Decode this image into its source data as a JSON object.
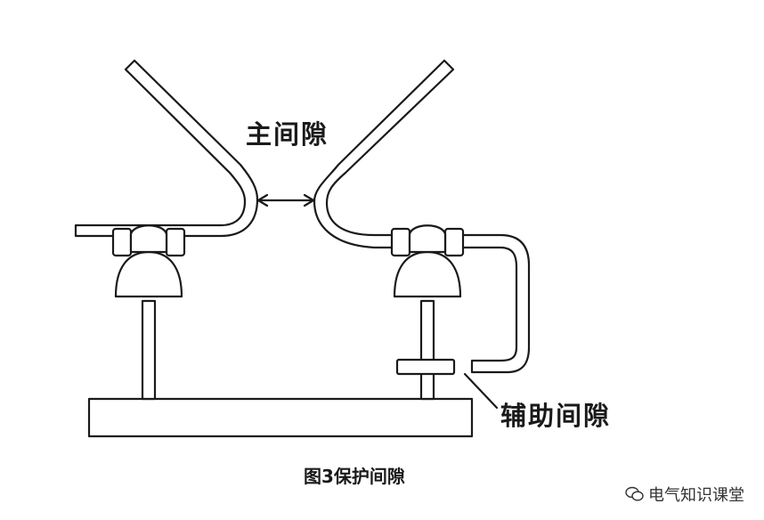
{
  "labels": {
    "main_gap": "主间隙",
    "aux_gap": "辅助间隙",
    "caption": "图3保护间隙"
  },
  "watermark": {
    "text": "电气知识课堂",
    "icon": "wechat-icon"
  },
  "colors": {
    "line": "#1a1a1a",
    "background": "#ffffff"
  }
}
